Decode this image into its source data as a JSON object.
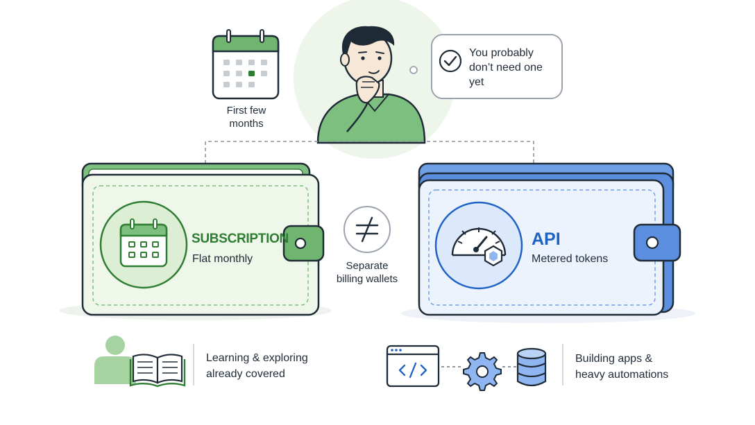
{
  "thought": {
    "calendar_caption": "First few\nmonths",
    "bubble_text": "You probably\ndon’t need one\nyet"
  },
  "subscription_wallet": {
    "title": "SUBSCRIPTION",
    "description": "Flat monthly",
    "icon": "calendar-icon"
  },
  "api_wallet": {
    "title": "API",
    "description": "Metered tokens",
    "icon": "speedometer-icon"
  },
  "separator": {
    "symbol": "≠",
    "caption": "Separate\nbilling wallets"
  },
  "use_cases": {
    "subscription": "Learning & exploring\nalready covered",
    "api": "Building apps &\nheavy automations"
  },
  "colors": {
    "green_accent": "#2e7d32",
    "green_fill": "#eef7ea",
    "blue_accent": "#1e63c4",
    "blue_fill": "#edf3fd",
    "outline": "#1f2a37"
  }
}
